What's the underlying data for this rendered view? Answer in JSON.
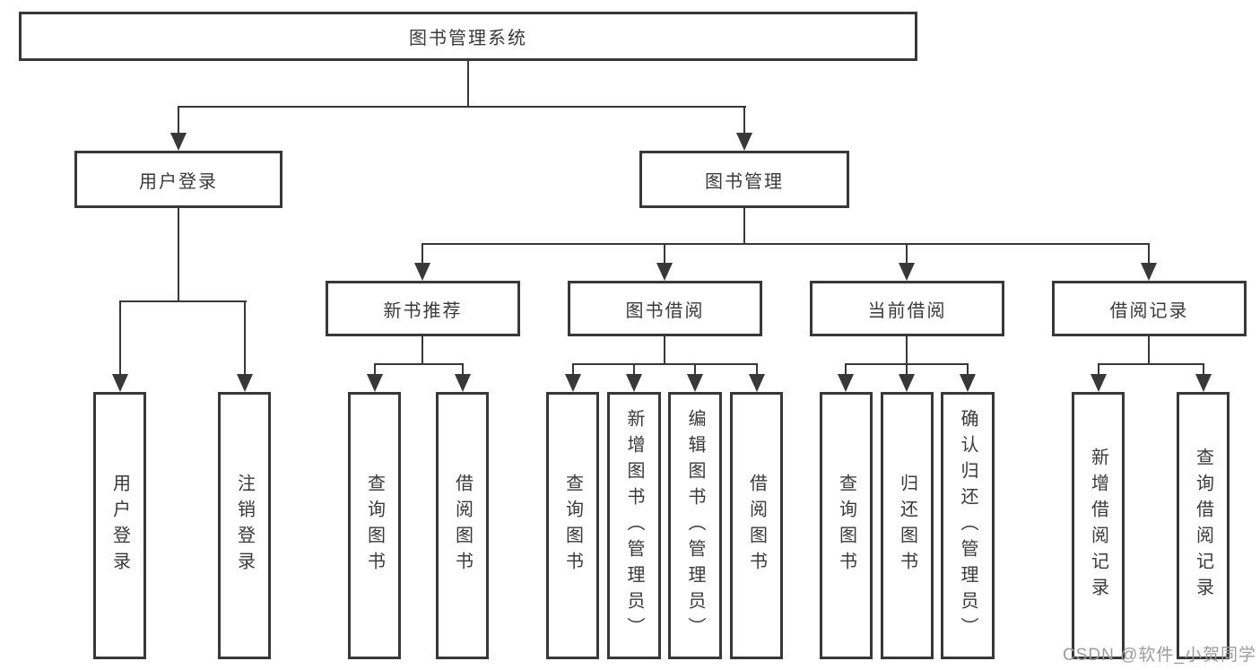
{
  "diagram": {
    "root": {
      "label": "图书管理系统"
    },
    "children": [
      {
        "label": "用户登录",
        "children": [
          {
            "label": "用户登录"
          },
          {
            "label": "注销登录"
          }
        ]
      },
      {
        "label": "图书管理",
        "children": [
          {
            "label": "新书推荐",
            "children": [
              {
                "label": "查询图书"
              },
              {
                "label": "借阅图书"
              }
            ]
          },
          {
            "label": "图书借阅",
            "children": [
              {
                "label": "查询图书"
              },
              {
                "label": "新增图书（管理员）"
              },
              {
                "label": "编辑图书（管理员）"
              },
              {
                "label": "借阅图书"
              }
            ]
          },
          {
            "label": "当前借阅",
            "children": [
              {
                "label": "查询图书"
              },
              {
                "label": "归还图书"
              },
              {
                "label": "确认归还（管理员）"
              }
            ]
          },
          {
            "label": "借阅记录",
            "children": [
              {
                "label": "新增借阅记录"
              },
              {
                "label": "查询借阅记录"
              }
            ]
          }
        ]
      }
    ]
  },
  "watermark": {
    "label": "CSDN @软件_小贺同学",
    "color": "#9b9ba3"
  },
  "colors": {
    "line": "#383838",
    "box_border": "#383838",
    "text": "#3a3a3a",
    "background": "#ffffff"
  }
}
